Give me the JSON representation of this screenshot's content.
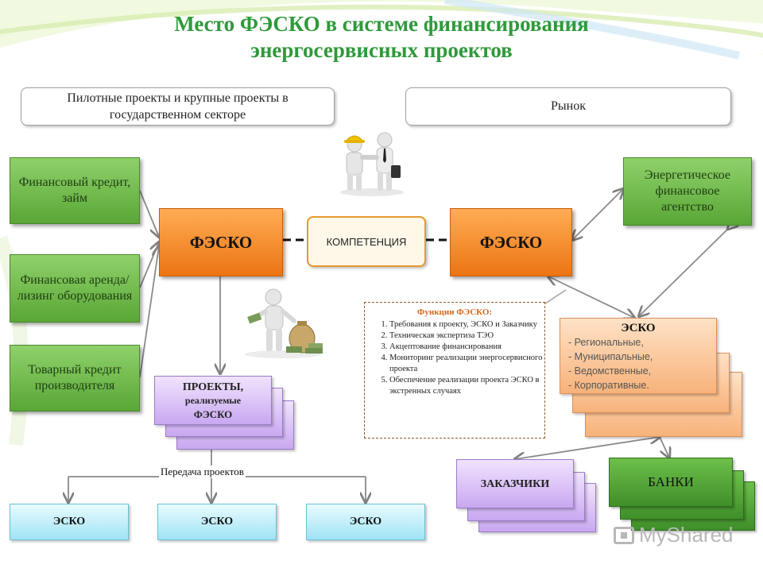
{
  "title": {
    "line1": "Место ФЭСКО в системе финансирования",
    "line2": "энергосервисных проектов"
  },
  "top_boxes": {
    "left": "Пилотные проекты и крупные проекты в государственном секторе",
    "right": "Рынок"
  },
  "left_sources": [
    "Финансовый кредит, займ",
    "Финансовая аренда/лизинг оборудования",
    "Товарный кредит производителя"
  ],
  "fesko_left": "ФЭСКО",
  "fesko_right": "ФЭСКО",
  "competence": "КОМПЕТЕНЦИЯ",
  "agency": "Энергетическое финансовое агентство",
  "functions": {
    "title": "Функции ФЭСКО:",
    "items": [
      "Требования к проекту, ЭСКО и Заказчику",
      "Техническая экспертиза ТЭО",
      "Акцептование финансирования",
      "Мониторинг реализации энергосервисного проекта",
      "Обеспечение реализации проекта ЭСКО в экстренных случаях"
    ]
  },
  "projects": {
    "line1": "ПРОЕКТЫ,",
    "line2": "реализуемые",
    "line3": "ФЭСКО"
  },
  "transfer_label": "Передача проектов",
  "esko_bottom": [
    "ЭСКО",
    "ЭСКО",
    "ЭСКО"
  ],
  "esko_right": {
    "title": "ЭСКО",
    "items": [
      "Региональные,",
      "Муниципальные,",
      "Ведомственные,",
      "Корпоративные."
    ]
  },
  "customers": "ЗАКАЗЧИКИ",
  "banks": "БАНКИ",
  "watermark": "MyShared",
  "icons": [
    "handshake-figures-icon",
    "money-figure-icon"
  ],
  "colors": {
    "title": "#2e9a3a",
    "green_box": "#6cbf45",
    "orange_box": "#f08a24",
    "purple_box": "#d9c2f7",
    "cyan_box": "#bdeefa",
    "peach_box": "#fbc79a",
    "dark_green_box": "#4ea433"
  }
}
